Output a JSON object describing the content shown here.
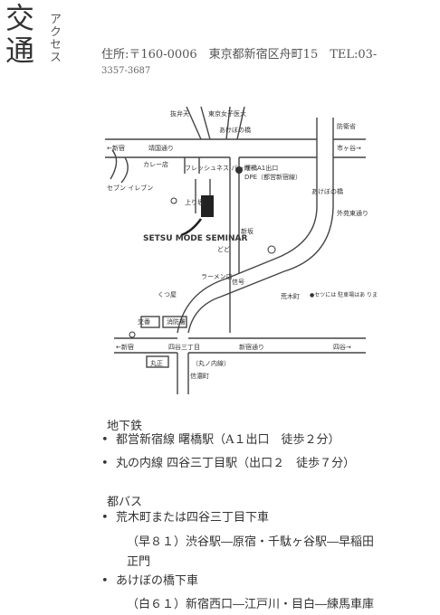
{
  "header": {
    "title": "交通",
    "subtitle": "アクセス",
    "address_line1": "住所:〒160-0006　東京都新宿区舟町15　TEL:03-",
    "address_line2": "3357-3687"
  },
  "map": {
    "labels": {
      "benzaiten": "抜弁天",
      "joshi_idai": "東京女子医大",
      "akebono_bridge": "あけぼの橋",
      "bouei": "防衛省",
      "shinjuku_left": "←新宿",
      "yasukuni": "靖国通り",
      "ichigaya": "市ヶ谷→",
      "curry": "カレー店",
      "fresh_burger": "フレッシュネス バーガー",
      "akebono_exit": "曙橋A1出口",
      "dpe": "DPE（都営新宿線）",
      "seven": "セブン イレブン",
      "ue_no_saka": "上り坂",
      "setsu": "SETSU MODE SEMINAR",
      "shinmichi": "新坂",
      "akebono_st": "あけぼの橋",
      "gaien": "外苑東通り",
      "dodo": "どど",
      "ramen": "ラーメン店",
      "shingou": "信号",
      "kutsuya": "くつ屋",
      "arakicho": "荒木町",
      "note": "●セツには 駐車場はあ りません。",
      "shoubou": "消防署",
      "kouban": "交番",
      "yotsuya_3": "四谷三丁目",
      "shinjuku_left2": "←新宿",
      "shinjuku_dori": "新宿通り",
      "yotsuya_right": "四谷→",
      "marusho": "丸正",
      "shinanomachi": "信濃町",
      "marunouchi": "（丸ノ内線）"
    }
  },
  "subway": {
    "heading": "地下鉄",
    "items": [
      "都営新宿線 曙橋駅（A１出口　徒歩２分）",
      "丸の内線 四谷三丁目駅（出口２　徒歩７分）"
    ]
  },
  "bus": {
    "heading": "都バス",
    "items": [
      "荒木町または四谷三丁目下車",
      "あけぼの橋下車"
    ],
    "sub1_a": "（早８１）渋谷駅―原宿・千駄ヶ谷駅―早稲田",
    "sub1_b": "正門",
    "sub2": "（白６１）新宿西口―江戸川・目白―練馬車庫"
  },
  "bullet": "•"
}
